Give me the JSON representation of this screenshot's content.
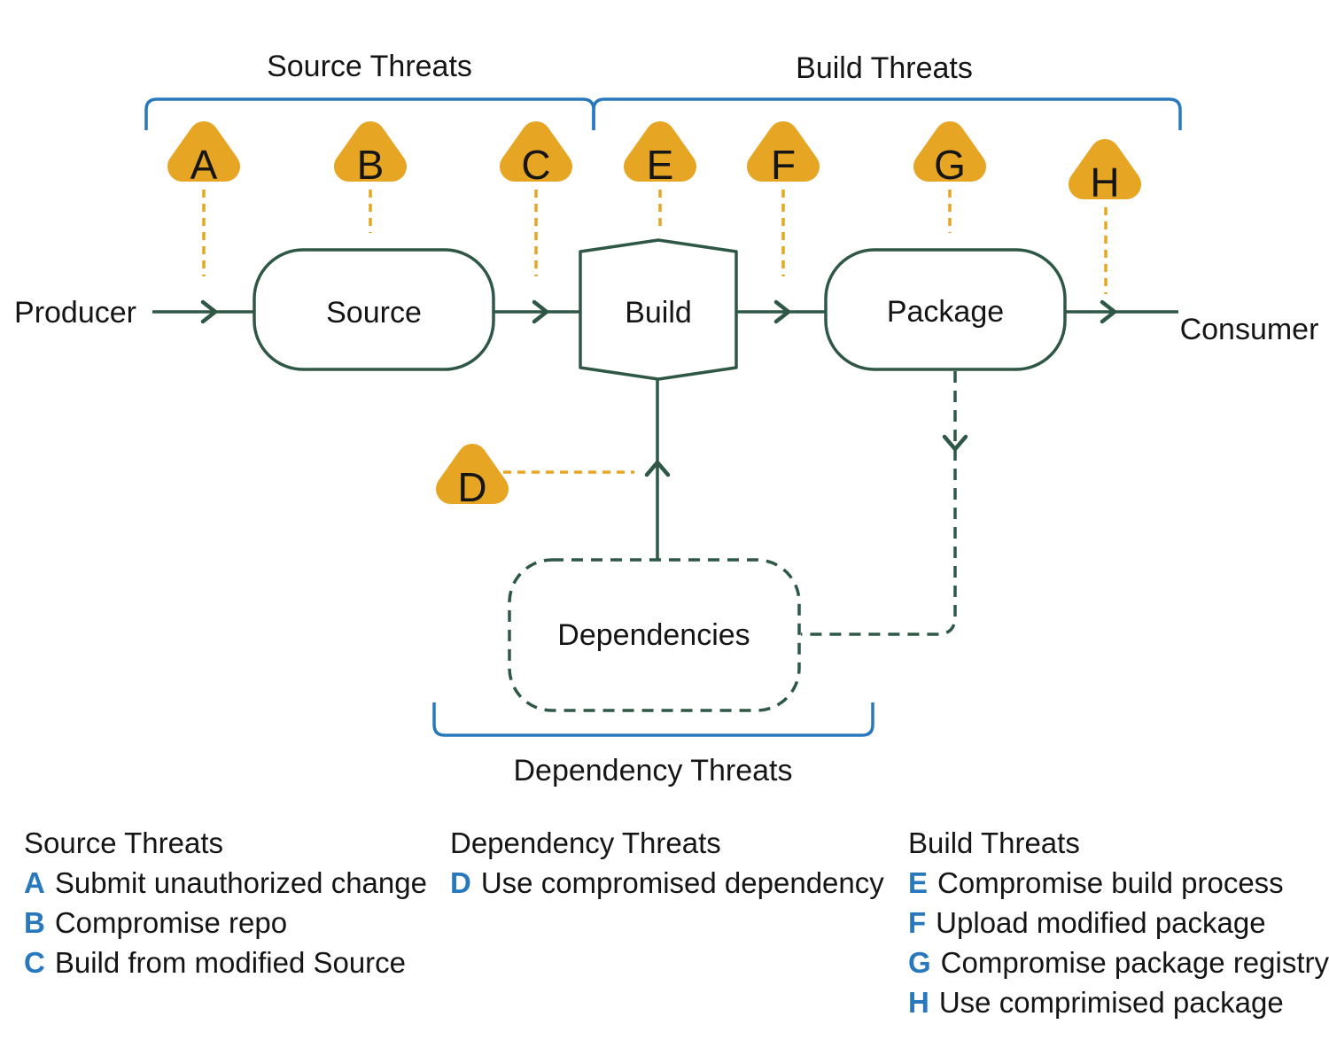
{
  "colors": {
    "outline_green": "#2F5746",
    "warning_amber": "#E6A522",
    "bracket_blue": "#2878BE",
    "text_black": "#151515"
  },
  "diagram": {
    "group_labels": {
      "source_threats": "Source Threats",
      "build_threats": "Build Threats",
      "dependency_threats": "Dependency Threats"
    },
    "nodes": {
      "producer": "Producer",
      "source": "Source",
      "build": "Build",
      "package": "Package",
      "consumer": "Consumer",
      "dependencies": "Dependencies"
    },
    "markers": {
      "a": "A",
      "b": "B",
      "c": "C",
      "d": "D",
      "e": "E",
      "f": "F",
      "g": "G",
      "h": "H"
    }
  },
  "legend": {
    "columns": [
      {
        "title": "Source Threats",
        "items": [
          {
            "key": "A",
            "label": "Submit unauthorized change"
          },
          {
            "key": "B",
            "label": "Compromise repo"
          },
          {
            "key": "C",
            "label": "Build from modified Source"
          }
        ]
      },
      {
        "title": "Dependency Threats",
        "items": [
          {
            "key": "D",
            "label": "Use compromised dependency"
          }
        ]
      },
      {
        "title": "Build Threats",
        "items": [
          {
            "key": "E",
            "label": "Compromise build process"
          },
          {
            "key": "F",
            "label": "Upload modified package"
          },
          {
            "key": "G",
            "label": "Compromise package registry"
          },
          {
            "key": "H",
            "label": "Use comprimised package"
          }
        ]
      }
    ]
  }
}
